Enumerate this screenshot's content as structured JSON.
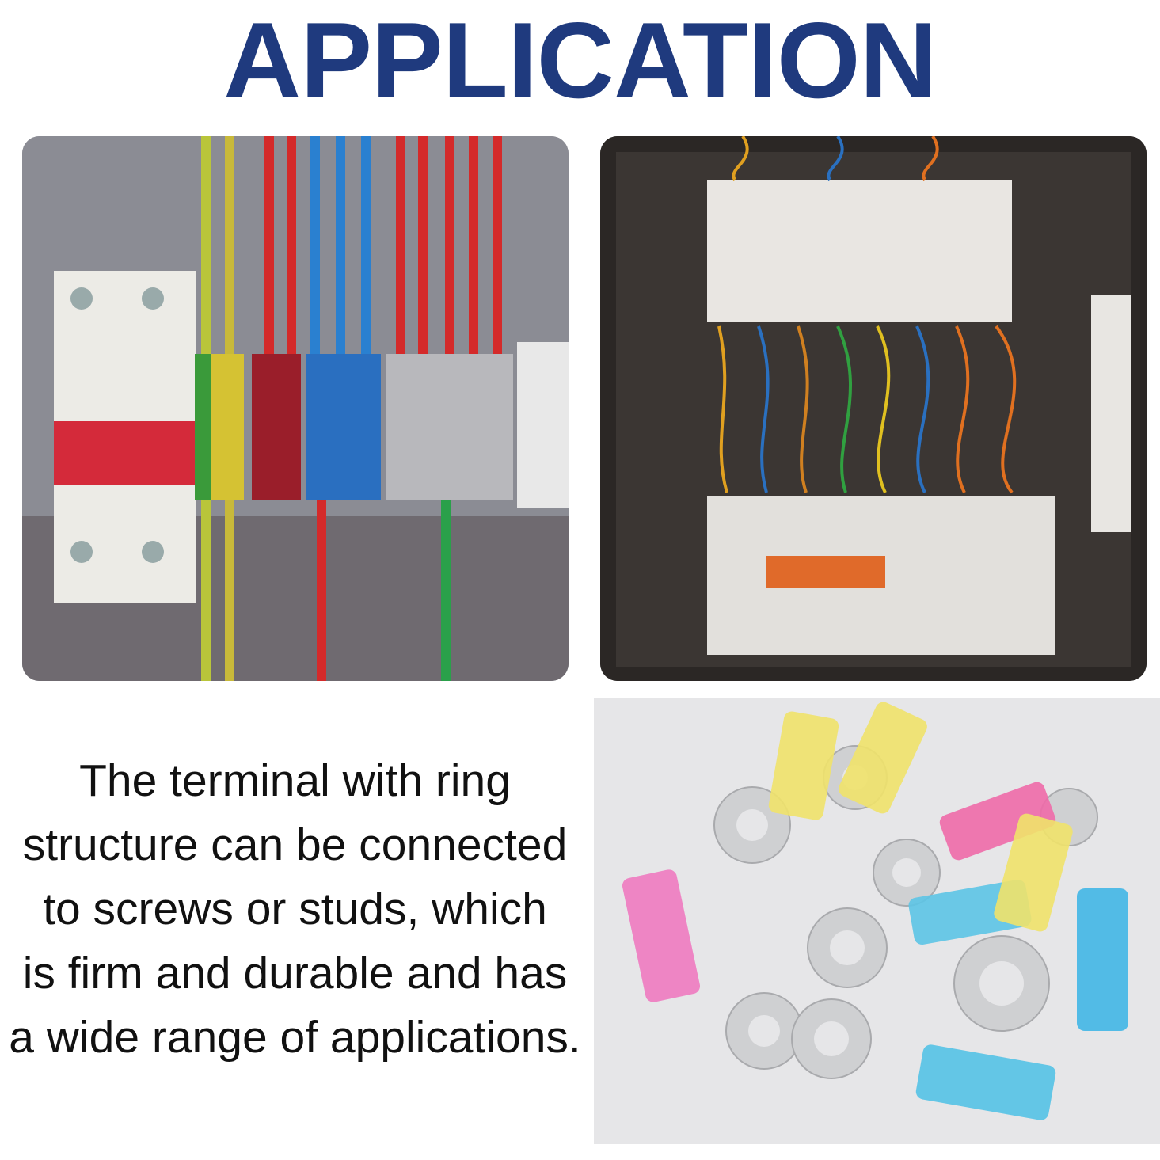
{
  "title": "APPLICATION",
  "description": {
    "lines": [
      "The terminal with ring",
      "structure can be connected",
      "to screws or studs, which",
      "is firm and durable and has",
      "a wide range of applications."
    ]
  },
  "colors": {
    "title": "#1f3a7e",
    "text": "#111111"
  },
  "images": {
    "left": "circuit-breaker-terminal-blocks-photo",
    "right": "electrical-panel-wiring-photo",
    "bottom": "heat-shrink-ring-terminals-photo"
  }
}
